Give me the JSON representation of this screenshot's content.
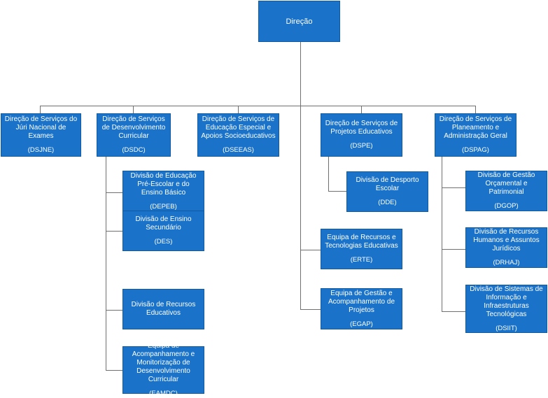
{
  "org": {
    "root": {
      "name": "Direção"
    },
    "dsjne": {
      "name": "Direção de Serviços do Júri Nacional de Exames",
      "abbr": "(DSJNE)"
    },
    "dsdc": {
      "name": "Direção de Serviços de Desenvolvimento Curricular",
      "abbr": "(DSDC)"
    },
    "dseeas": {
      "name": "Direção de Serviços de Educação Especial e Apoios Socioeducativos",
      "abbr": "(DSEEAS)"
    },
    "dspe": {
      "name": "Direção de Serviços de Projetos Educativos",
      "abbr": "(DSPE)"
    },
    "dspag": {
      "name": "Direção de Serviços de Planeamento e Administração Geral",
      "abbr": "(DSPAG)"
    },
    "depeb": {
      "name": "Divisão de Educação Pré-Escolar e do Ensino Básico",
      "abbr": "(DEPEB)"
    },
    "des": {
      "name": "Divisão de Ensino Secundário",
      "abbr": "(DES)"
    },
    "dre": {
      "name": "Divisão de Recursos Educativos",
      "abbr": ""
    },
    "eamdc": {
      "name": "Equipa de Acompanhamento e Monitorização de Desenvolvimento Curricular",
      "abbr": "(EAMDC)"
    },
    "dde": {
      "name": "Divisão de Desporto Escolar",
      "abbr": "(DDE)"
    },
    "erte": {
      "name": "Equipa de Recursos e Tecnologias Educativas",
      "abbr": "(ERTE)"
    },
    "egap": {
      "name": "Equipa de Gestão e Acompanhamento de Projetos",
      "abbr": "(EGAP)"
    },
    "dgop": {
      "name": "Divisão de Gestão Orçamental e Patrimonial",
      "abbr": "(DGOP)"
    },
    "drhaj": {
      "name": "Divisão de Recursos Humanos e Assuntos Jurídicos",
      "abbr": "(DRHAJ)"
    },
    "dsiit": {
      "name": "Divisão de Sistemas de Informação e Infraestruturas Tecnológicas",
      "abbr": "(DSIIT)"
    }
  }
}
